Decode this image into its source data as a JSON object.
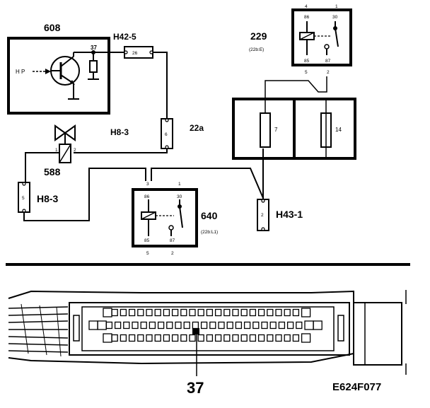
{
  "components": {
    "ecu": {
      "id": "608",
      "pin": "37",
      "input_label": "H P"
    },
    "connector_top": {
      "id": "H42-5",
      "pin": "26"
    },
    "connector_mid": {
      "id": "H8-3",
      "pin": "6",
      "wire": "22a"
    },
    "valve": {
      "id": "588",
      "pin_left": "1",
      "pin_right": "2"
    },
    "connector_left": {
      "id": "H8-3",
      "pin": "5"
    },
    "relay_main": {
      "id": "640",
      "sub": "(22b:L1)",
      "pin_86": "86",
      "pin_30": "30",
      "pin_85": "85",
      "pin_87": "87",
      "num_top_left": "3",
      "num_top_right": "1",
      "num_bot_left": "5",
      "num_bot_right": "2"
    },
    "connector_right": {
      "id": "H43-1",
      "pin": "2"
    },
    "relay_top": {
      "id": "229",
      "sub": "(22b:E)",
      "pin_86": "86",
      "pin_30": "30",
      "pin_85": "85",
      "pin_87": "87",
      "num_top_left": "4",
      "num_top_right": "1",
      "num_bot_left": "5",
      "num_bot_right": "2"
    },
    "fusebox": {
      "fuse_a": "7",
      "fuse_b": "14"
    }
  },
  "connector_view": {
    "pin_callout": "37"
  },
  "figure_code": "E624F077"
}
